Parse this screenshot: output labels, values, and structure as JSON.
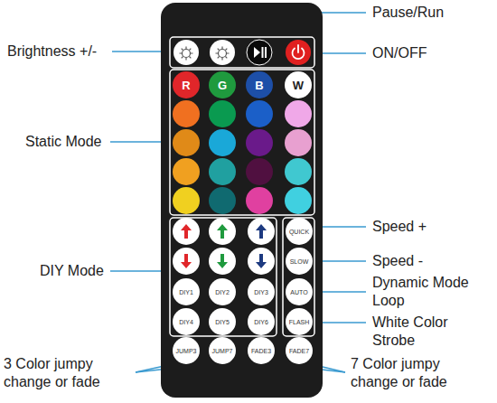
{
  "diagram": {
    "nodes": [
      {
        "text": [
          "R"
        ]
      },
      {
        "text": [
          "G"
        ]
      },
      {
        "text": [
          "B"
        ]
      },
      {
        "text": [
          "W"
        ]
      },
      {
        "text": [
          "QUICK"
        ]
      },
      {
        "text": [
          "SLOW"
        ]
      },
      {
        "text": [
          "DIY1"
        ]
      },
      {
        "text": [
          "DIY2"
        ]
      },
      {
        "text": [
          "DIY3"
        ]
      },
      {
        "text": [
          "AUTO"
        ]
      },
      {
        "text": [
          "DIY4"
        ]
      },
      {
        "text": [
          "DIY5"
        ]
      },
      {
        "text": [
          "DIY6"
        ]
      },
      {
        "text": [
          "FLASH"
        ]
      },
      {
        "text": [
          "JUMP3"
        ]
      },
      {
        "text": [
          "JUMP7"
        ]
      },
      {
        "text": [
          "FADE3"
        ]
      },
      {
        "text": [
          "FADE7"
        ]
      }
    ],
    "labels": [
      "Brightness +/-",
      "Pause/Run",
      "ON/OFF",
      "Static Mode",
      "Speed +",
      "Speed -",
      "DIY Mode",
      "Dynamic Mode Loop",
      "White Color Strobe",
      "3 Color jumpy change or fade",
      "7 Color jumpy change or fade"
    ]
  }
}
